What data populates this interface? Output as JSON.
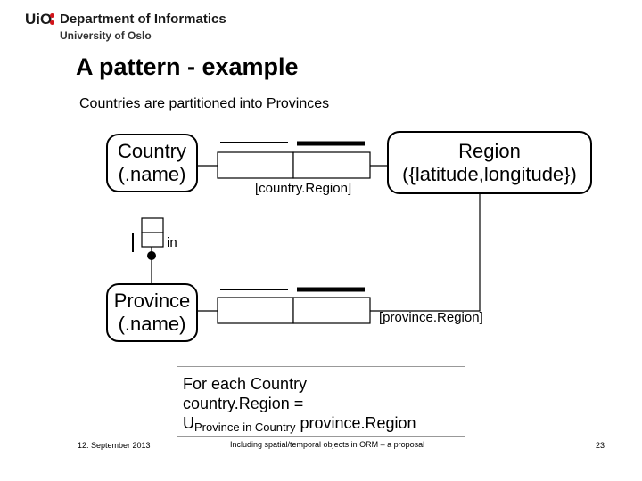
{
  "header": {
    "logo_text": "UiO",
    "department": "Department of Informatics",
    "university": "University of Oslo",
    "accent_color": "#d1141a"
  },
  "slide": {
    "title": "A pattern - example",
    "subtitle": "Countries are partitioned into Provinces"
  },
  "diagram": {
    "entities": {
      "country": [
        "Country",
        "(.name)"
      ],
      "province": [
        "Province",
        "(.name)"
      ],
      "region": [
        "Region",
        "({latitude,longitude})"
      ]
    },
    "roles": {
      "country_region": "[country.Region]",
      "province_region": "[province.Region]",
      "in": "in"
    },
    "note": {
      "line1": "For each Country",
      "line2": "country.Region =",
      "line3_prefix": "U",
      "line3_sub": "Province in Country",
      "line3_suffix": " province.Region"
    }
  },
  "footer": {
    "date": "12. September 2013",
    "center": "Including spatial/temporal objects in ORM – a proposal",
    "page": "23"
  }
}
